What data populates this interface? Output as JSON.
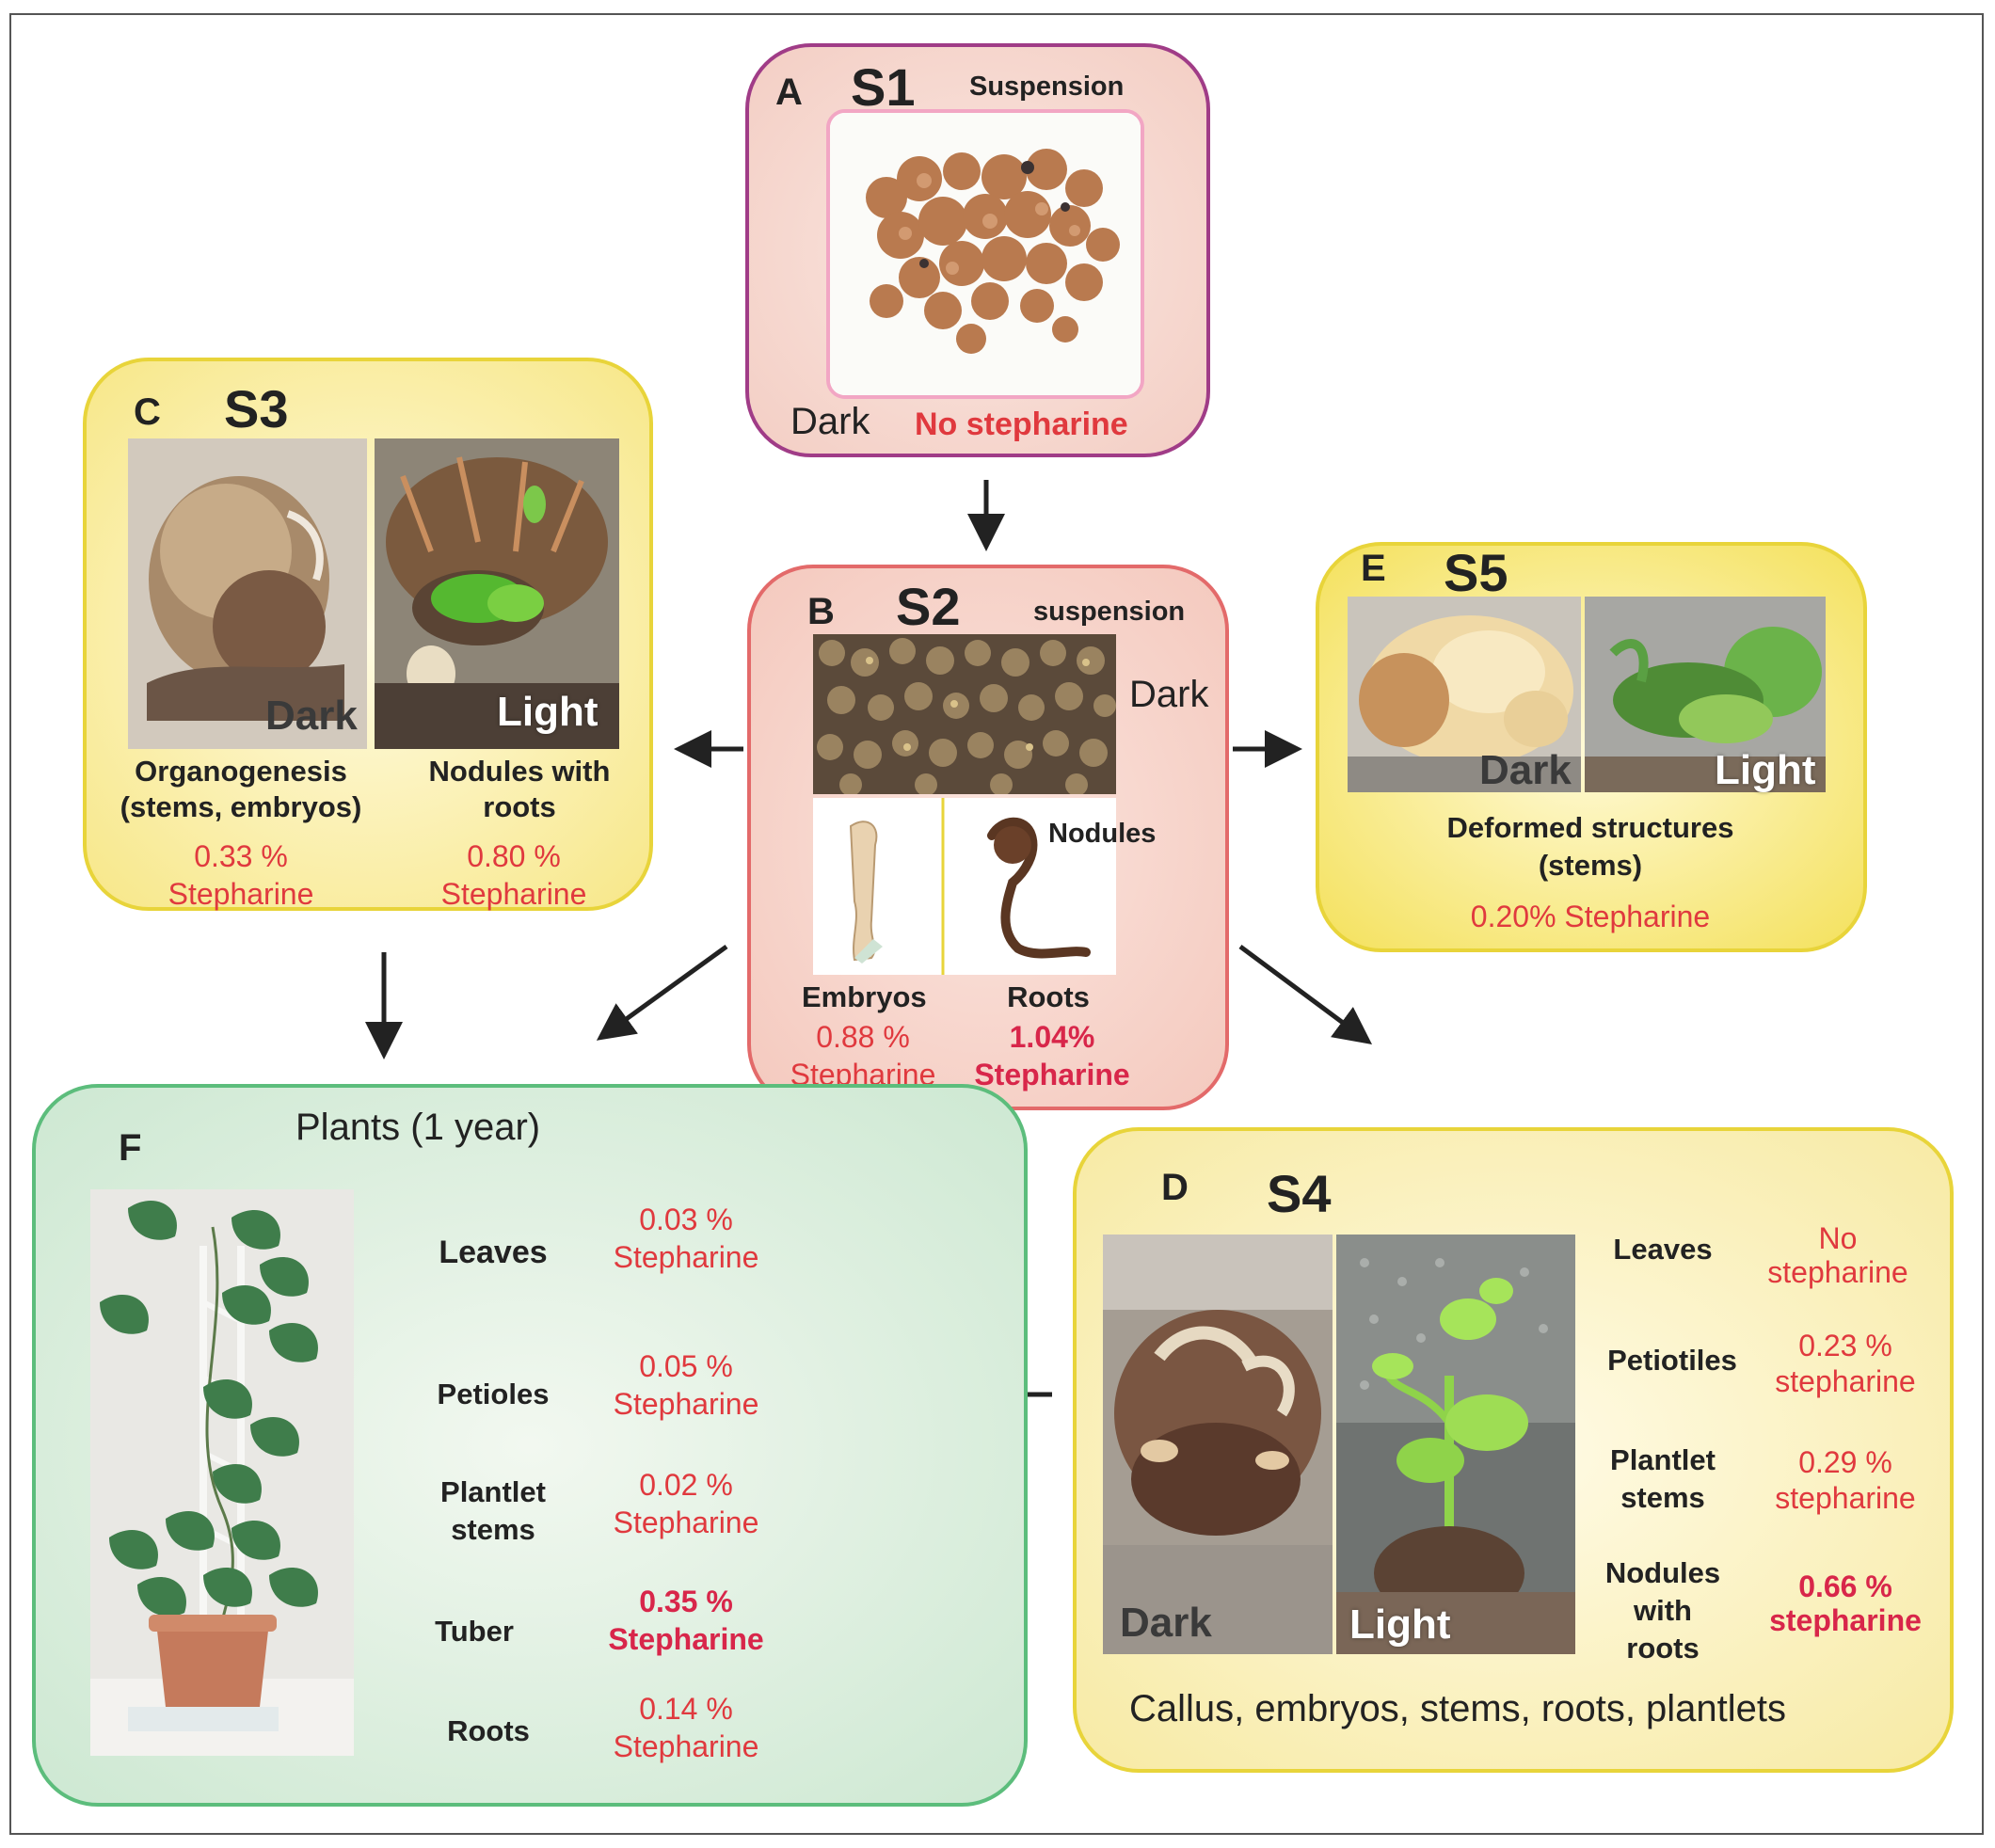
{
  "panels": {
    "A": {
      "letter": "A",
      "stage": "S1",
      "culture": "Suspension",
      "condition": "Dark",
      "content": "No stepharine"
    },
    "B": {
      "letter": "B",
      "stage": "S2",
      "culture": "suspension",
      "condition": "Dark",
      "nodules_label": "Nodules",
      "embryos_label": "Embryos",
      "roots_label": "Roots",
      "embryos_value": "0.88 %",
      "embryos_unit": "Stepharine",
      "roots_value": "1.04%",
      "roots_unit": "Stepharine"
    },
    "C": {
      "letter": "C",
      "stage": "S3",
      "dark_label": "Dark",
      "light_label": "Light",
      "left_desc_1": "Organogenesis",
      "left_desc_2": "(stems, embryos)",
      "right_desc_1": "Nodules with",
      "right_desc_2": "roots",
      "left_value": "0.33 %",
      "left_unit": "Stepharine",
      "right_value": "0.80 %",
      "right_unit": "Stepharine"
    },
    "E": {
      "letter": "E",
      "stage": "S5",
      "dark_label": "Dark",
      "light_label": "Light",
      "desc_1": "Deformed structures",
      "desc_2": "(stems)",
      "value": "0.20% Stepharine"
    },
    "D": {
      "letter": "D",
      "stage": "S4",
      "dark_label": "Dark",
      "light_label": "Light",
      "footer": "Callus, embryos, stems, roots, plantlets",
      "rows": [
        {
          "label_1": "Leaves",
          "label_2": "",
          "label_3": "",
          "value_1": "No",
          "value_2": "stepharine",
          "bold": false
        },
        {
          "label_1": "Petiotiles",
          "label_2": "",
          "label_3": "",
          "value_1": "0.23 %",
          "value_2": "stepharine",
          "bold": false
        },
        {
          "label_1": "Plantlet",
          "label_2": "stems",
          "label_3": "",
          "value_1": "0.29 %",
          "value_2": "stepharine",
          "bold": false
        },
        {
          "label_1": "Nodules",
          "label_2": "with",
          "label_3": "roots",
          "value_1": "0.66 %",
          "value_2": "stepharine",
          "bold": true
        }
      ]
    },
    "F": {
      "letter": "F",
      "title": "Plants (1 year)",
      "rows": [
        {
          "label_1": "Leaves",
          "label_2": "",
          "value_1": "0.03  %",
          "value_2": "Stepharine",
          "bold": false
        },
        {
          "label_1": "Petioles",
          "label_2": "",
          "value_1": "0.05 %",
          "value_2": "Stepharine",
          "bold": false
        },
        {
          "label_1": "Plantlet",
          "label_2": "stems",
          "value_1": "0.02 %",
          "value_2": "Stepharine",
          "bold": false
        },
        {
          "label_1": "Tuber",
          "label_2": "",
          "value_1": "0.35 %",
          "value_2": "Stepharine",
          "bold": true
        },
        {
          "label_1": "Roots",
          "label_2": "",
          "value_1": "0.14 %",
          "value_2": "Stepharine",
          "bold": false
        }
      ]
    }
  },
  "colors": {
    "border_A": "#a03c87",
    "border_B": "#e36a6a",
    "border_yellow": "#e8d43a",
    "border_F": "#5cbd7c",
    "value_red": "#e0393e",
    "value_bold": "#d8264a"
  }
}
